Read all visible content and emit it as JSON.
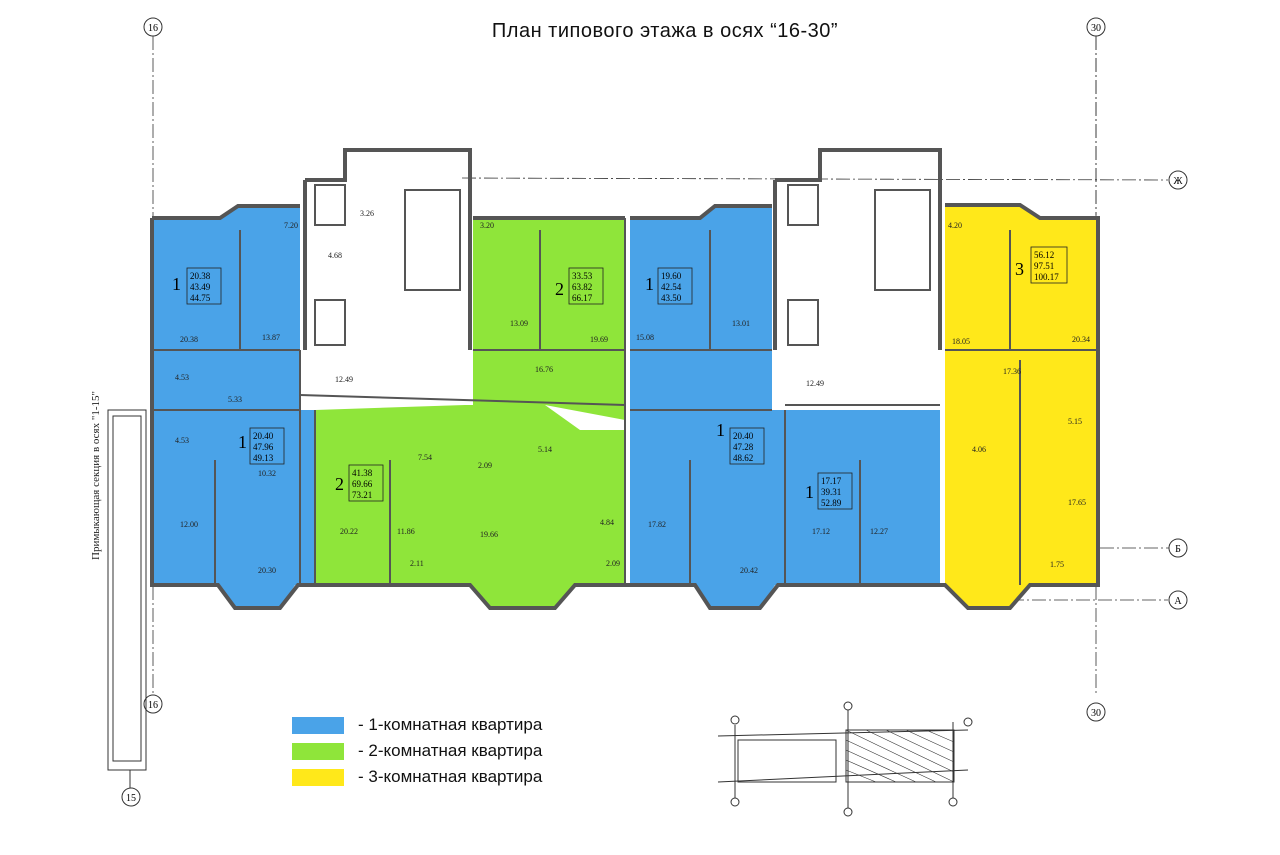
{
  "title": "План типового этажа в осях “16-30”",
  "colors": {
    "one_room": "#4aa3e8",
    "two_room": "#8fe53a",
    "three_room": "#ffe81a",
    "wall": "#555555"
  },
  "legend": [
    {
      "color": "#4aa3e8",
      "label": "- 1-комнатная квартира"
    },
    {
      "color": "#8fe53a",
      "label": "- 2-комнатная квартира"
    },
    {
      "color": "#ffe81a",
      "label": "- 3-комнатная квартира"
    }
  ],
  "axes": {
    "a16": "16",
    "a30": "30",
    "a15": "15",
    "aZh": "Ж",
    "aB": "Б",
    "aA": "А"
  },
  "side_label": "Примыкающая секция в осях \"1-15\"",
  "apartments": [
    {
      "rooms": "1",
      "areas": [
        "20.38",
        "43.49",
        "44.75"
      ]
    },
    {
      "rooms": "2",
      "areas": [
        "33.53",
        "63.82",
        "66.17"
      ]
    },
    {
      "rooms": "1",
      "areas": [
        "19.60",
        "42.54",
        "43.50"
      ]
    },
    {
      "rooms": "3",
      "areas": [
        "56.12",
        "97.51",
        "100.17"
      ]
    },
    {
      "rooms": "1",
      "areas": [
        "20.40",
        "47.96",
        "49.13"
      ]
    },
    {
      "rooms": "2",
      "areas": [
        "41.38",
        "69.66",
        "73.21"
      ]
    },
    {
      "rooms": "1",
      "areas": [
        "20.40",
        "47.28",
        "48.62"
      ]
    },
    {
      "rooms": "1",
      "areas": [
        "17.17",
        "39.31",
        "52.89"
      ]
    }
  ],
  "room_labels": [
    "7.20",
    "3.26",
    "4.68",
    "3.20",
    "4.20",
    "20.38",
    "13.87",
    "12.49",
    "13.09",
    "19.69",
    "16.76",
    "15.08",
    "13.01",
    "20.34",
    "18.05",
    "4.53",
    "5.33",
    "4.53",
    "10.32",
    "7.54",
    "2.09",
    "5.14",
    "4.84",
    "2.11",
    "12.00",
    "20.30",
    "20.22",
    "11.86",
    "19.66",
    "17.82",
    "20.42",
    "17.12",
    "12.27",
    "17.65",
    "5.15",
    "4.06",
    "1.75",
    "2.09",
    "17.36",
    "12.49"
  ]
}
